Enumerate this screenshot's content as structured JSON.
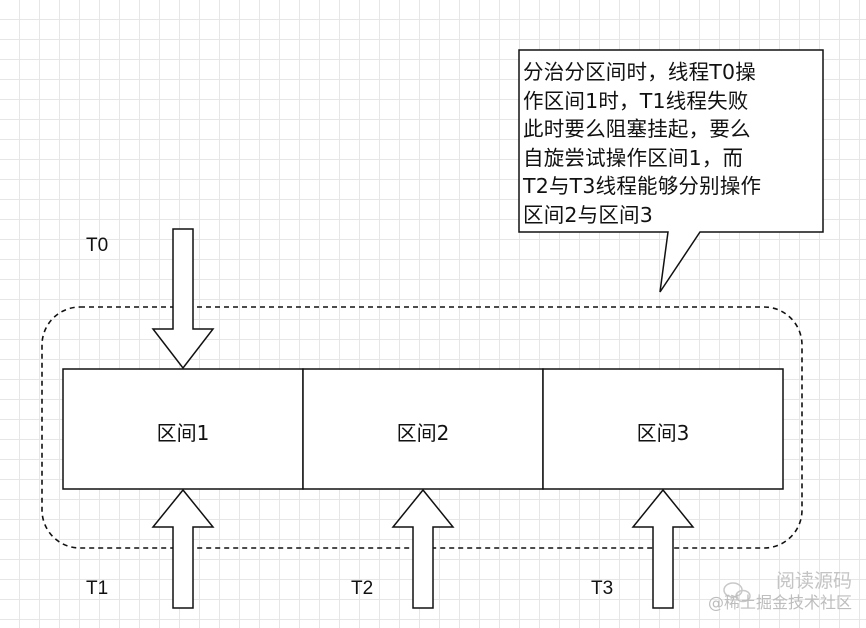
{
  "threads": {
    "t0": "T0",
    "t1": "T1",
    "t2": "T2",
    "t3": "T3"
  },
  "segments": [
    "区间1",
    "区间2",
    "区间3"
  ],
  "callout": {
    "text": "分治分区间时，线程T0操\n作区间1时，T1线程失败\n此时要么阻塞挂起，要么\n自旋尝试操作区间1，而\nT2与T3线程能够分别操作\n区间2与区间3"
  },
  "watermark": {
    "line1": "阅读源码",
    "line2": "@稀土掘金技术社区"
  }
}
